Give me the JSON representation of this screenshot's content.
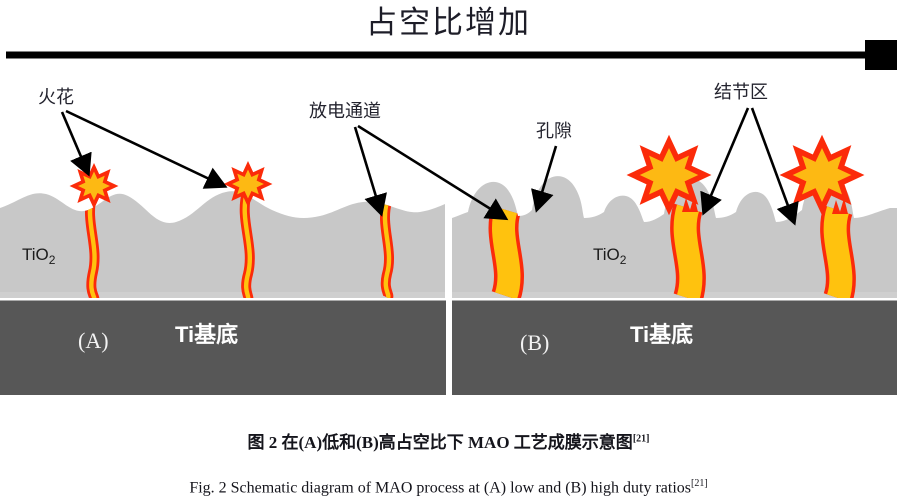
{
  "figure": {
    "title": "占空比增加",
    "direction_arrow": "rightwards-arrow",
    "caption_cn_text": "图 2    在(A)低和(B)高占空比下 MAO 工艺成膜示意图",
    "caption_cn_ref": "[21]",
    "caption_en_text": "Fig. 2 Schematic diagram of MAO process at (A) low and (B) high duty ratios",
    "caption_en_ref": "[21]"
  },
  "annotations": {
    "spark": "火花",
    "discharge_channel": "放电通道",
    "pore": "孔隙",
    "nodular_zone": "结节区"
  },
  "panels": [
    {
      "id": "A",
      "tag": "(A)",
      "coating_label": "TiO",
      "coating_sub": "2",
      "substrate_label": "Ti基底",
      "channel_count": 3,
      "spark_count": 2,
      "surface": "gently-undulating"
    },
    {
      "id": "B",
      "tag": "(B)",
      "coating_label": "TiO",
      "coating_sub": "2",
      "substrate_label": "Ti基底",
      "channel_count": 3,
      "spark_count": 2,
      "surface": "nodular-rough"
    }
  ],
  "colors": {
    "coating_gray": "#c7c7c7",
    "coating_gray_light": "#d0d0d0",
    "substrate_gray": "#575757",
    "channel_yellow": "#ffc20e",
    "channel_red": "#fb2b0a",
    "spark_fill": "#fdb913",
    "spark_edge": "#fb2b0a",
    "arrow_black": "#000000",
    "background": "#ffffff"
  }
}
